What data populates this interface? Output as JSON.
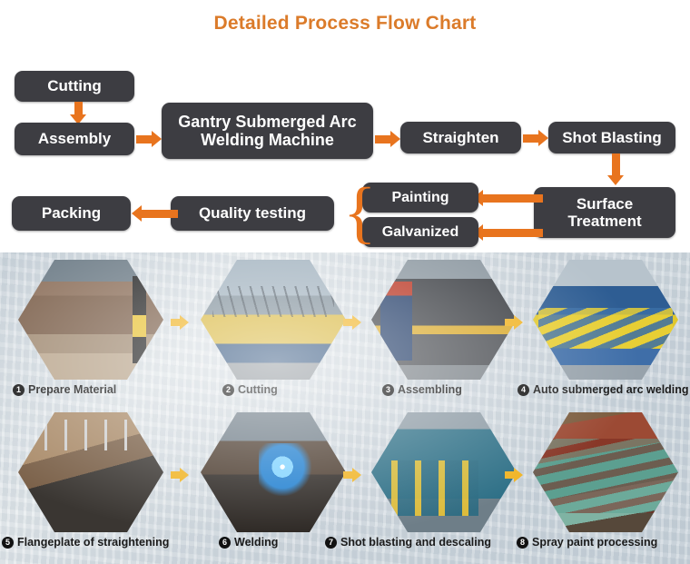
{
  "title": "Detailed Process Flow Chart",
  "colors": {
    "title": "#DB7B2A",
    "node_bg": "#3D3D42",
    "node_text": "#FFFFFF",
    "arrow": "#E8741E",
    "photo_arrow": "#F0B323",
    "brace": "#E8741E"
  },
  "flow": {
    "nodes": [
      {
        "id": "cutting",
        "label": "Cutting"
      },
      {
        "id": "assembly",
        "label": "Assembly"
      },
      {
        "id": "gantry",
        "label": "Gantry Submerged Arc Welding Machine"
      },
      {
        "id": "straighten",
        "label": "Straighten"
      },
      {
        "id": "shot-blasting",
        "label": "Shot Blasting"
      },
      {
        "id": "surface-treatment",
        "label": "Surface Treatment"
      },
      {
        "id": "painting",
        "label": "Painting"
      },
      {
        "id": "galvanized",
        "label": "Galvanized"
      },
      {
        "id": "quality-testing",
        "label": "Quality testing"
      },
      {
        "id": "packing",
        "label": "Packing"
      }
    ],
    "brace": "{"
  },
  "photos": {
    "steps": [
      {
        "num": "1",
        "label": "Prepare Material"
      },
      {
        "num": "2",
        "label": "Cutting"
      },
      {
        "num": "3",
        "label": "Assembling"
      },
      {
        "num": "4",
        "label": "Auto submerged arc welding"
      },
      {
        "num": "5",
        "label": "Flangeplate of straightening"
      },
      {
        "num": "6",
        "label": "Welding"
      },
      {
        "num": "7",
        "label": "Shot blasting and descaling"
      },
      {
        "num": "8",
        "label": "Spray paint processing"
      }
    ]
  }
}
